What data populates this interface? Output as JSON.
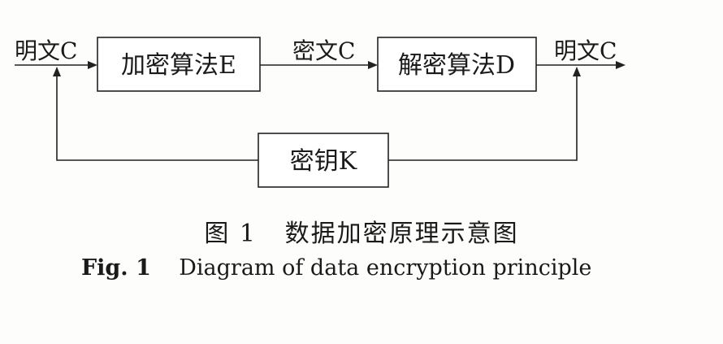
{
  "diagram": {
    "input_label": "明文C",
    "encrypt_box": "加密算法E",
    "cipher_label": "密文C",
    "decrypt_box": "解密算法D",
    "output_label": "明文C",
    "key_box": "密钥K"
  },
  "caption": {
    "cn_prefix": "图 1",
    "cn_title": "数据加密原理示意图",
    "en_prefix": "Fig. 1",
    "en_title": "Diagram of data encryption principle"
  }
}
